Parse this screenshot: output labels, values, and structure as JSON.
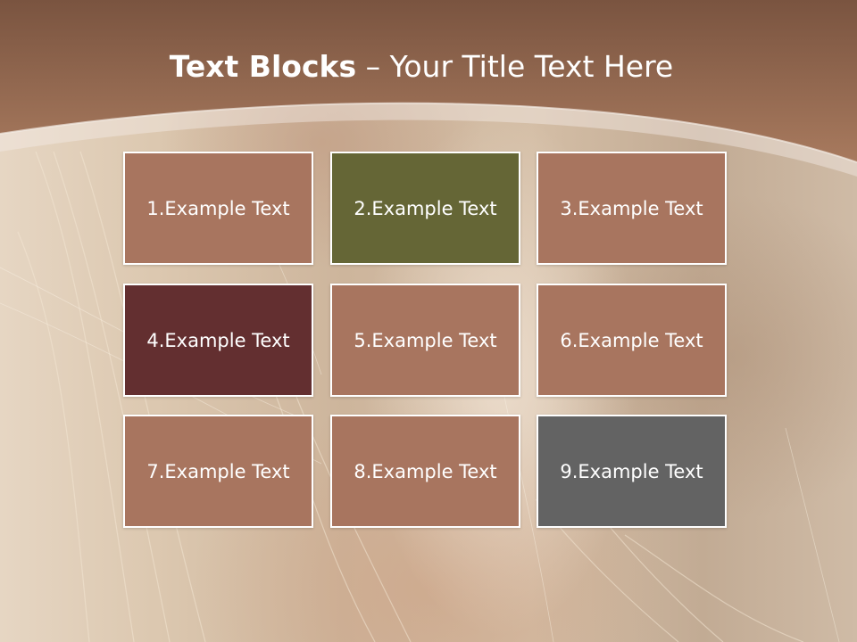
{
  "slide": {
    "title_strong": "Text Blocks",
    "title_dash": "–",
    "title_rest": "Your Title Text Here"
  },
  "theme": {
    "header_color_top": "#7a5440",
    "header_color_bottom": "#a87a5e",
    "arc_color": "#f4ece6"
  },
  "blocks": [
    {
      "label": "1.Example Text",
      "color": "#a8755f"
    },
    {
      "label": "2.Example Text",
      "color": "#656636"
    },
    {
      "label": "3.Example Text",
      "color": "#a8755f"
    },
    {
      "label": "4.Example Text",
      "color": "#632f30"
    },
    {
      "label": "5.Example Text",
      "color": "#a8755f"
    },
    {
      "label": "6.Example Text",
      "color": "#a8755f"
    },
    {
      "label": "7.Example Text",
      "color": "#a8755f"
    },
    {
      "label": "8.Example Text",
      "color": "#a8755f"
    },
    {
      "label": "9.Example Text",
      "color": "#636363"
    }
  ]
}
